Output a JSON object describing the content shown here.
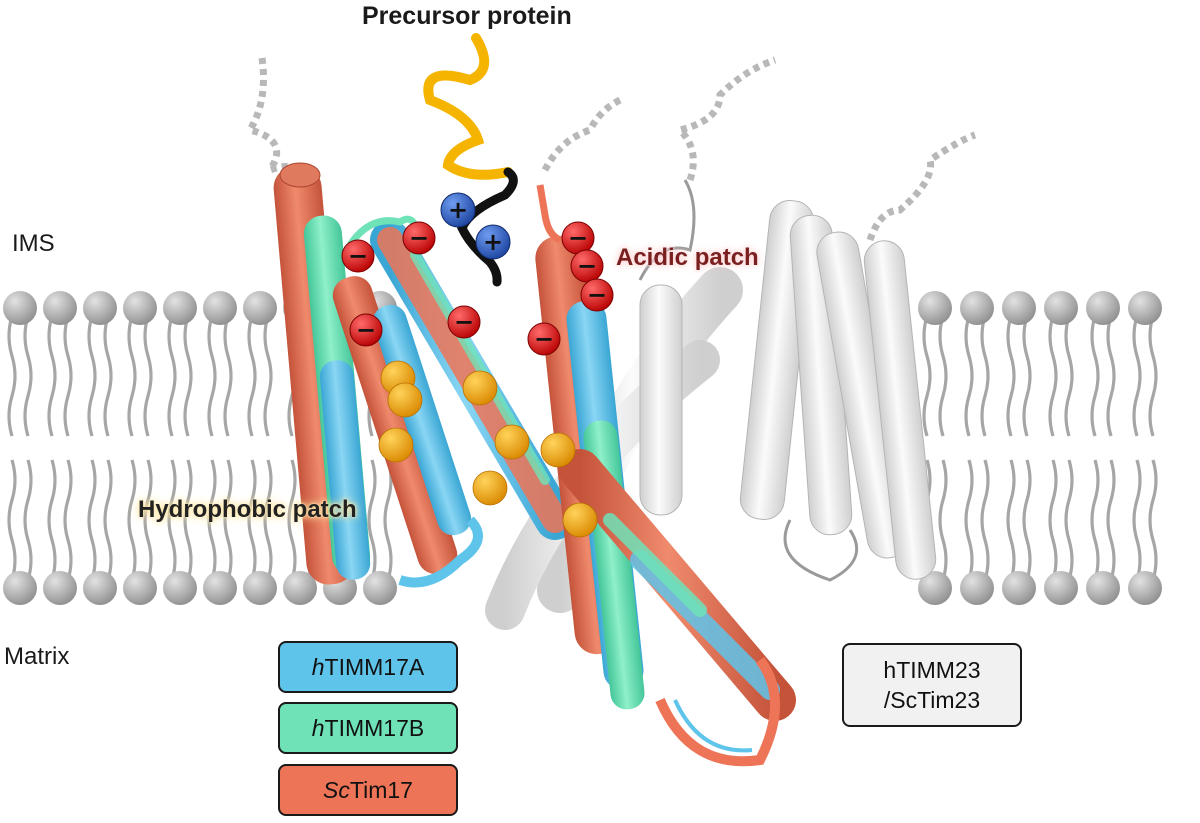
{
  "labels": {
    "title": "Precursor protein",
    "ims": "IMS",
    "matrix": "Matrix",
    "acidic_patch": "Acidic patch",
    "hydrophobic_patch": "Hydrophobic patch"
  },
  "legend": {
    "timm17a": {
      "prefix": "h",
      "name": "TIMM17A",
      "color": "#5fc4ea"
    },
    "timm17b": {
      "prefix": "h",
      "name": "TIMM17B",
      "color": "#6fe2b8"
    },
    "sctim17": {
      "prefix": "Sc",
      "name": "Tim17",
      "color": "#ee7457"
    },
    "timm23": {
      "line1": "hTIMM23",
      "line2": "/ScTim23",
      "color": "#f1f1f1"
    }
  },
  "charges": {
    "positive": "+",
    "negative": "−"
  },
  "colors": {
    "precursor": "#f4b400",
    "presequence": "#111111",
    "positive_charge": "#2e62c9",
    "negative_charge": "#d60f0f",
    "hydrophobic_residue": "#f2a600",
    "lipid": "#a6a6a6",
    "tim23": "#e9e9e9"
  }
}
